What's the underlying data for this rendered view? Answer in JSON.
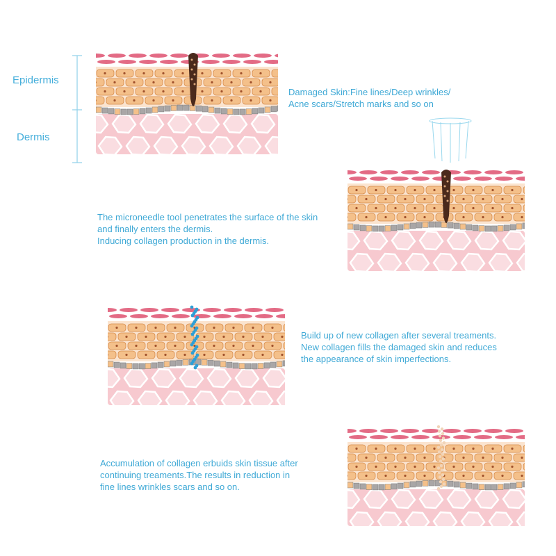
{
  "layers": {
    "epidermis_label": "Epidermis",
    "dermis_label": "Dermis"
  },
  "steps": [
    {
      "text": "Damaged Skin:Fine lines/Deep wrinkles/\nAcne scars/Stretch marks and so on"
    },
    {
      "text": "The microneedle tool penetrates the surface of the skin\nand finally enters the dermis.\nInducing collagen production in the dermis."
    },
    {
      "text": "Build up of new collagen after several treaments.\nNew collagen fills the damaged skin and reduces\nthe appearance of skin imperfections."
    },
    {
      "text": "Accumulation of collagen erbuids skin tissue after\ncontinuing treaments.The results in reduction in\nfine lines wrinkles scars and so on."
    }
  ],
  "colors": {
    "text": "#3fa9d6",
    "surface_cells": "#e36b85",
    "epidermis_cells": "#f4c08a",
    "basal_cells": "#a9a6a6",
    "dermis": "#f7c9cf",
    "new_collagen": "#2e9fd6",
    "microneedle": "#4a2a1c"
  },
  "icons": [
    "microneedle-icon",
    "needle-array-icon"
  ]
}
